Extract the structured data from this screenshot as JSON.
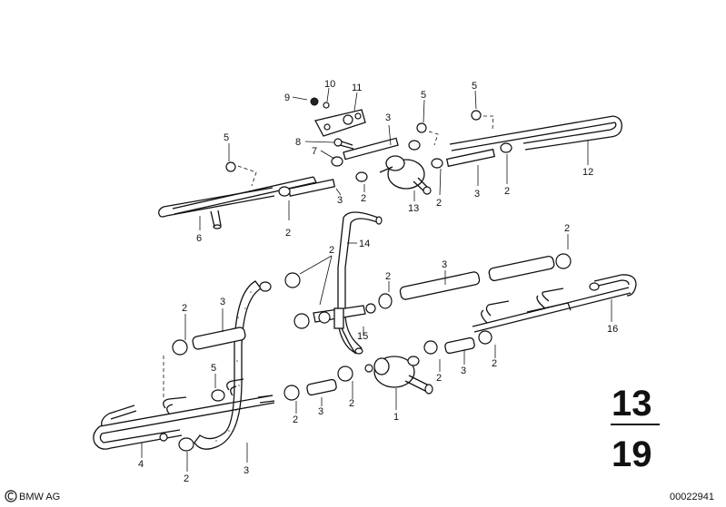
{
  "parts": {
    "1": "1",
    "2": "2",
    "3": "3",
    "4": "4",
    "5": "5",
    "6": "6",
    "7": "7",
    "8": "8",
    "9": "9",
    "10": "10",
    "11": "11",
    "12": "12",
    "13": "13",
    "14": "14",
    "15": "15",
    "16": "16"
  },
  "group": {
    "main": "13",
    "sub": "19"
  },
  "footer": {
    "brand": "BMW AG",
    "doc_number": "00022941"
  },
  "colors": {
    "ink": "#111111",
    "background": "#ffffff"
  }
}
